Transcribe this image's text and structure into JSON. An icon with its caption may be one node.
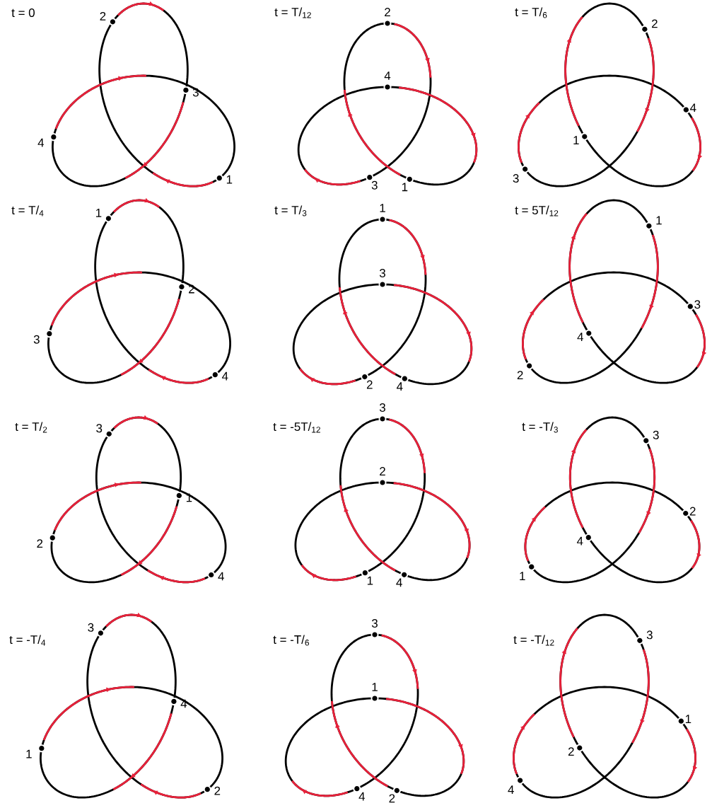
{
  "diagram": {
    "labels": [
      "t = 0",
      "2",
      "3",
      "4",
      "1",
      "t = T/$_{12}$",
      "2",
      "4",
      "3",
      "1",
      "t = T/$_{6}$",
      "2",
      "1",
      "4",
      "3",
      "t = T/$_{4}$",
      "1",
      "2",
      "3",
      "4",
      "t = T/$_{3}$",
      "1",
      "3",
      "2",
      "4",
      "t = 5T/$_{12}$",
      "1",
      "4",
      "3",
      "2",
      "t = T/$_{2}$",
      "3",
      "1",
      "2",
      "4",
      "t = -5T/$_{12}$",
      "3",
      "2",
      "1",
      "4",
      "t = -T/$_{3}$",
      "3",
      "4",
      "2",
      "1",
      "t = -T/$_{4}$",
      "3",
      "4",
      "1",
      "2",
      "t = -T/$_{6}$",
      "3",
      "1",
      "4",
      "2",
      "t = -T/$_{12}$",
      "3",
      "2",
      "1",
      "4"
    ]
  }
}
